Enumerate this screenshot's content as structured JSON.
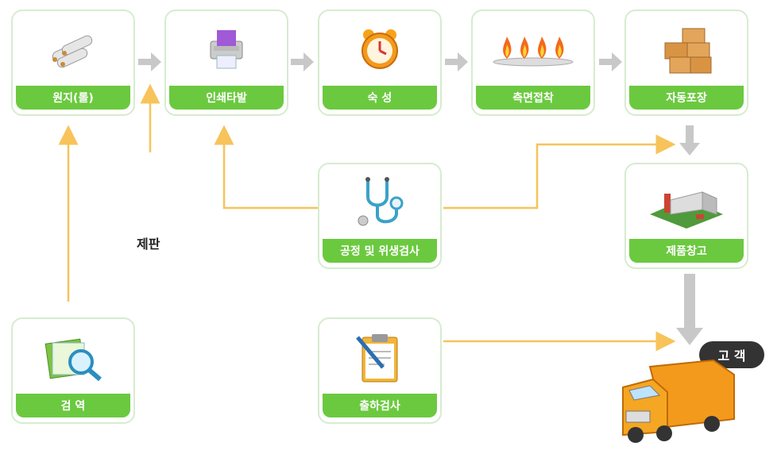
{
  "steps": {
    "raw": "원지(롤)",
    "print": "인쇄타발",
    "aging": "숙 성",
    "glue": "측면접착",
    "pack": "자동포장",
    "inspect": "공정 및 위생검사",
    "warehouse": "제품창고",
    "incoming": "검 역",
    "shipping": "출하검사"
  },
  "notes": {
    "plate": "제판"
  },
  "customer": "고 객",
  "colors": {
    "green": "#6bc93f",
    "arrow_gray": "#c8c8c8",
    "arrow_yellow": "#f7c35a",
    "border": "#d6ecd0"
  }
}
